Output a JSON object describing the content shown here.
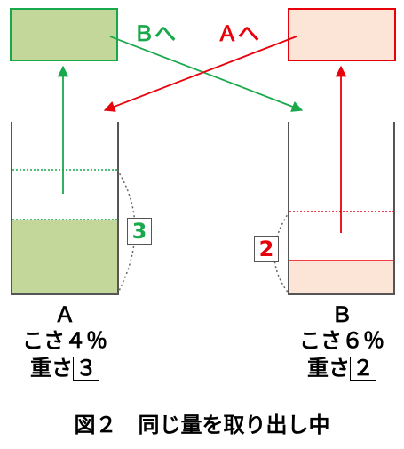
{
  "colors": {
    "green": "#1aa84c",
    "green_fill": "#c4d79b",
    "green_box_border": "#1aa84c",
    "red": "#e8000b",
    "red_fill": "#fce4d6",
    "outline": "#555555"
  },
  "labels": {
    "to_b": "Ｂへ",
    "to_a": "Ａへ"
  },
  "container_a": {
    "name": "Ａ",
    "concentration": "こさ４％",
    "weight_prefix": "重さ",
    "weight_value": "３",
    "taken_amount": "3"
  },
  "container_b": {
    "name": "Ｂ",
    "concentration": "こさ６％",
    "weight_prefix": "重さ",
    "weight_value": "２",
    "taken_amount": "2"
  },
  "caption": "図２　同じ量を取り出し中"
}
